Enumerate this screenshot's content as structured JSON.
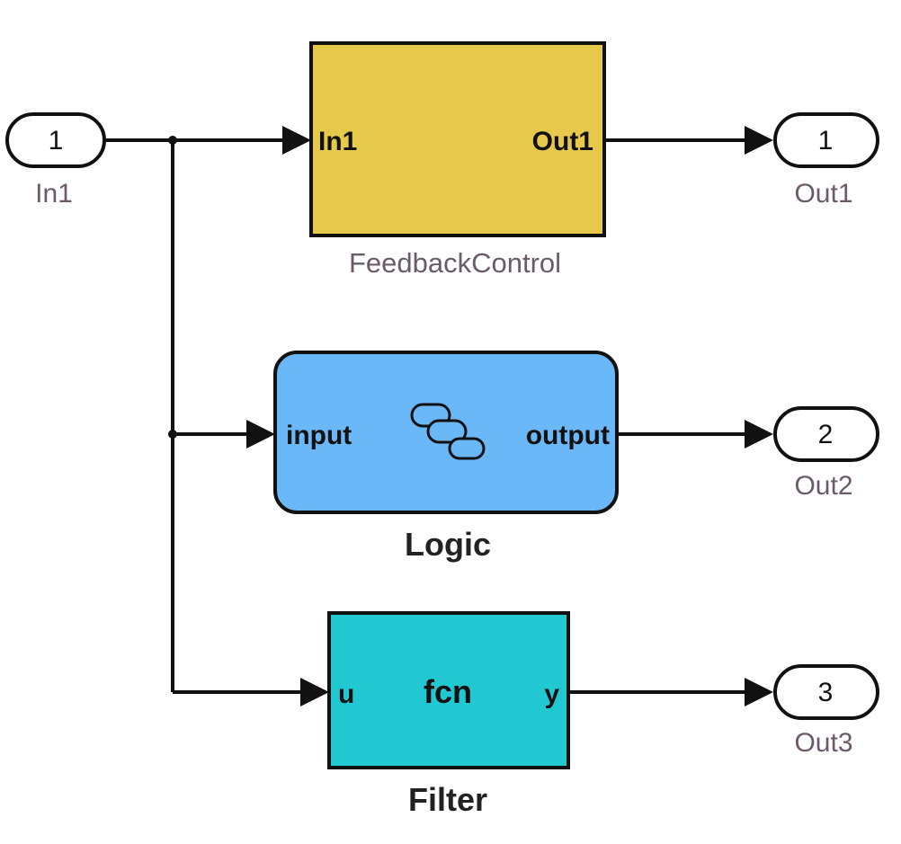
{
  "inports": [
    {
      "number": "1",
      "name": "In1"
    }
  ],
  "outports": [
    {
      "number": "1",
      "name": "Out1"
    },
    {
      "number": "2",
      "name": "Out2"
    },
    {
      "number": "3",
      "name": "Out3"
    }
  ],
  "blocks": {
    "feedback_control": {
      "title": "FeedbackControl",
      "input_label": "In1",
      "output_label": "Out1",
      "color": "#e6c84a"
    },
    "logic": {
      "title": "Logic",
      "input_label": "input",
      "output_label": "output",
      "color": "#6ab8f7"
    },
    "filter": {
      "title": "Filter",
      "input_label": "u",
      "body_label": "fcn",
      "output_label": "y",
      "color": "#21c8d2"
    }
  },
  "icons": {
    "logic_block_icon": "stateflow-chart-icon"
  }
}
